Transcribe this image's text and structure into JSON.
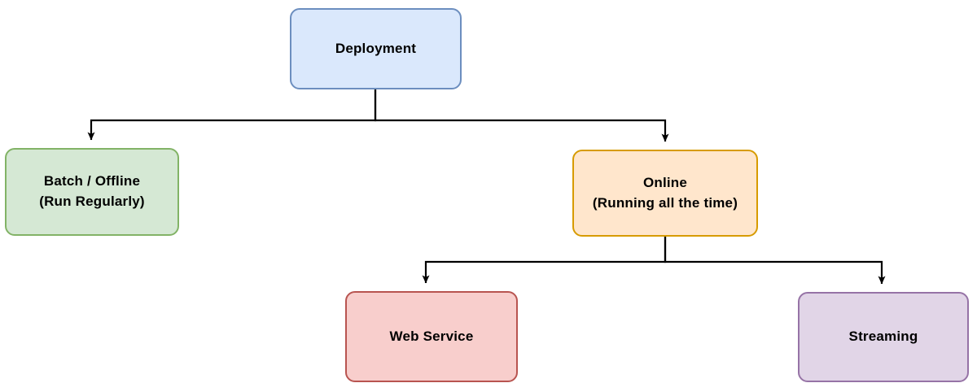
{
  "diagram": {
    "type": "flowchart",
    "title": "Deployment",
    "orientation": "top-down",
    "background_color": "#ffffff",
    "nodes": [
      {
        "id": "deployment",
        "label": "Deployment",
        "level": 0,
        "fill_color": "#dae8fc",
        "stroke_color": "#6c8ebf"
      },
      {
        "id": "batch",
        "label": "Batch / Offline\n(Run Regularly)",
        "level": 1,
        "fill_color": "#d5e8d4",
        "stroke_color": "#82b366"
      },
      {
        "id": "online",
        "label": "Online\n(Running all the time)",
        "level": 1,
        "fill_color": "#ffe6cc",
        "stroke_color": "#d79b00"
      },
      {
        "id": "web_service",
        "label": "Web Service",
        "level": 2,
        "fill_color": "#f8cecc",
        "stroke_color": "#b85450"
      },
      {
        "id": "streaming",
        "label": "Streaming",
        "level": 2,
        "fill_color": "#e1d5e7",
        "stroke_color": "#9673a6"
      }
    ],
    "edges": [
      {
        "id": "e1",
        "from": "deployment",
        "to": "batch",
        "style": "orthogonal-arrow",
        "color": "#000000"
      },
      {
        "id": "e2",
        "from": "deployment",
        "to": "online",
        "style": "orthogonal-arrow",
        "color": "#000000"
      },
      {
        "id": "e3",
        "from": "online",
        "to": "web_service",
        "style": "orthogonal-arrow",
        "color": "#000000"
      },
      {
        "id": "e4",
        "from": "online",
        "to": "streaming",
        "style": "orthogonal-arrow",
        "color": "#000000"
      }
    ]
  }
}
